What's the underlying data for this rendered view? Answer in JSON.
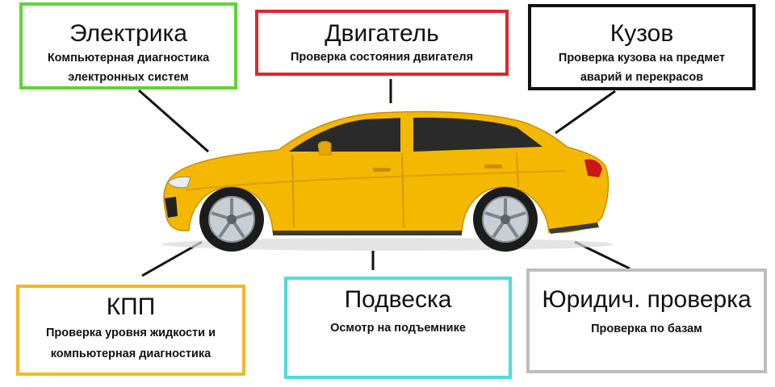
{
  "boxes": {
    "electrics": {
      "title": "Электрика",
      "desc_line1": "Компьютерная диагностика",
      "desc_line2": "электронных систем",
      "color": "#5bd535"
    },
    "engine": {
      "title": "Двигатель",
      "desc_line1": "Проверка состояния двигателя",
      "color": "#e2262c"
    },
    "body": {
      "title": "Кузов",
      "desc_line1": "Проверка кузова на предмет",
      "desc_line2": "аварий и перекрасов",
      "color": "#111111"
    },
    "gearbox": {
      "title": "КПП",
      "desc_line1": "Проверка уровня жидкости и",
      "desc_line2": "компьютерная диагностика",
      "color": "#f0b82a"
    },
    "suspension": {
      "title": "Подвеска",
      "desc_line1": "Осмотр на подъемнике",
      "color": "#4fdcd7"
    },
    "legal": {
      "title": "Юридич. проверка",
      "desc_line1": "Проверка по  базам",
      "color": "#bdbdbd"
    }
  },
  "car": {
    "body_color": "#f5b800",
    "icon": "sedan-car"
  }
}
